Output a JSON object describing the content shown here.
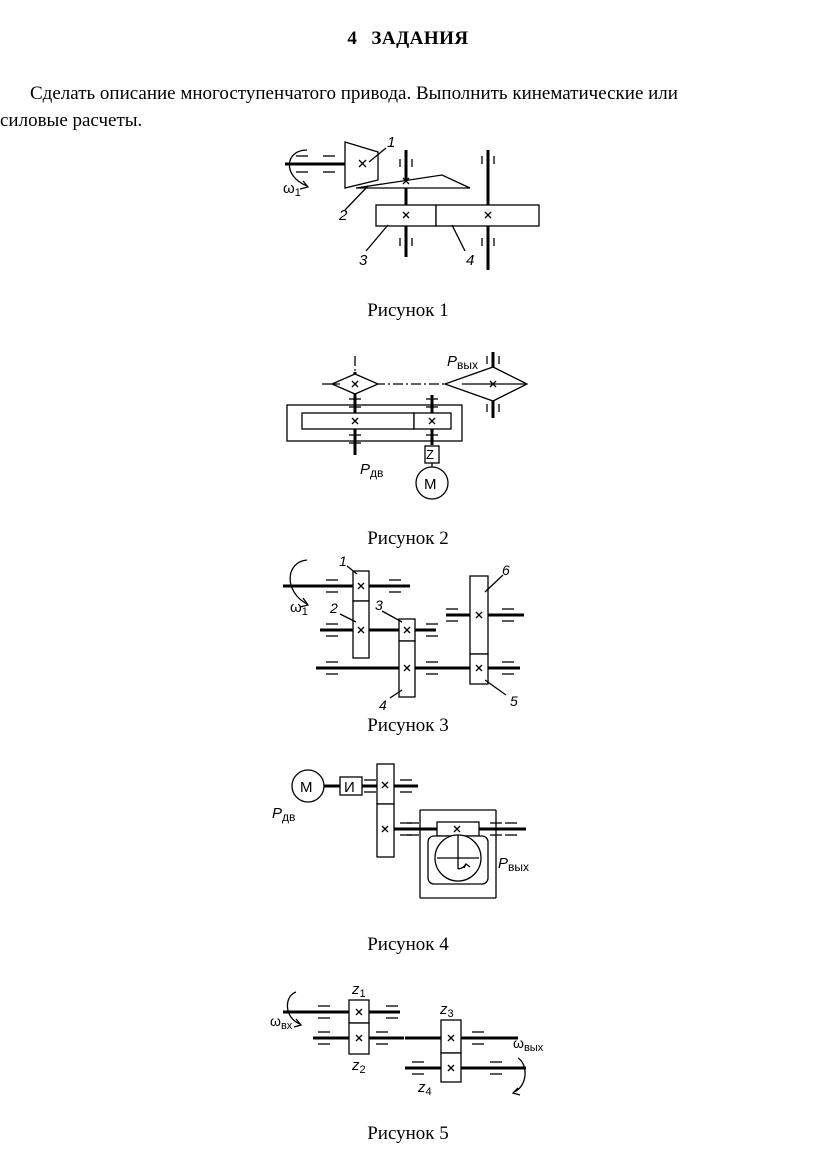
{
  "heading": {
    "number": "4",
    "title": "ЗАДАНИЯ"
  },
  "task": {
    "line1": "Сделать описание многоступенчатого привода. Выполнить  кинематические  или",
    "line2": "силовые  расчеты."
  },
  "figures": [
    {
      "caption": "Рисунок 1",
      "labels": {
        "omega": "ω",
        "omega_sub": "1",
        "n1": "1",
        "n2": "2",
        "n3": "3",
        "n4": "4"
      }
    },
    {
      "caption": "Рисунок 2",
      "labels": {
        "p_out": "P",
        "p_out_sub": "вых",
        "p_in": "P",
        "p_in_sub": "дв",
        "motor": "M",
        "z": "Z"
      }
    },
    {
      "caption": "Рисунок 3",
      "labels": {
        "omega": "ω",
        "omega_sub": "1",
        "n1": "1",
        "n2": "2",
        "n3": "3",
        "n4": "4",
        "n5": "5",
        "n6": "6"
      }
    },
    {
      "caption": "Рисунок 4",
      "labels": {
        "motor": "M",
        "coupling": "И",
        "p_in": "P",
        "p_in_sub": "дв",
        "p_out": "P",
        "p_out_sub": "вых"
      }
    },
    {
      "caption": "Рисунок 5",
      "labels": {
        "omega_in": "ω",
        "omega_in_sub": "вх",
        "omega_out": "ω",
        "omega_out_sub": "вых",
        "z1": "z",
        "z1_sub": "1",
        "z2": "z",
        "z2_sub": "2",
        "z3": "z",
        "z3_sub": "3",
        "z4": "z",
        "z4_sub": "4"
      }
    }
  ]
}
